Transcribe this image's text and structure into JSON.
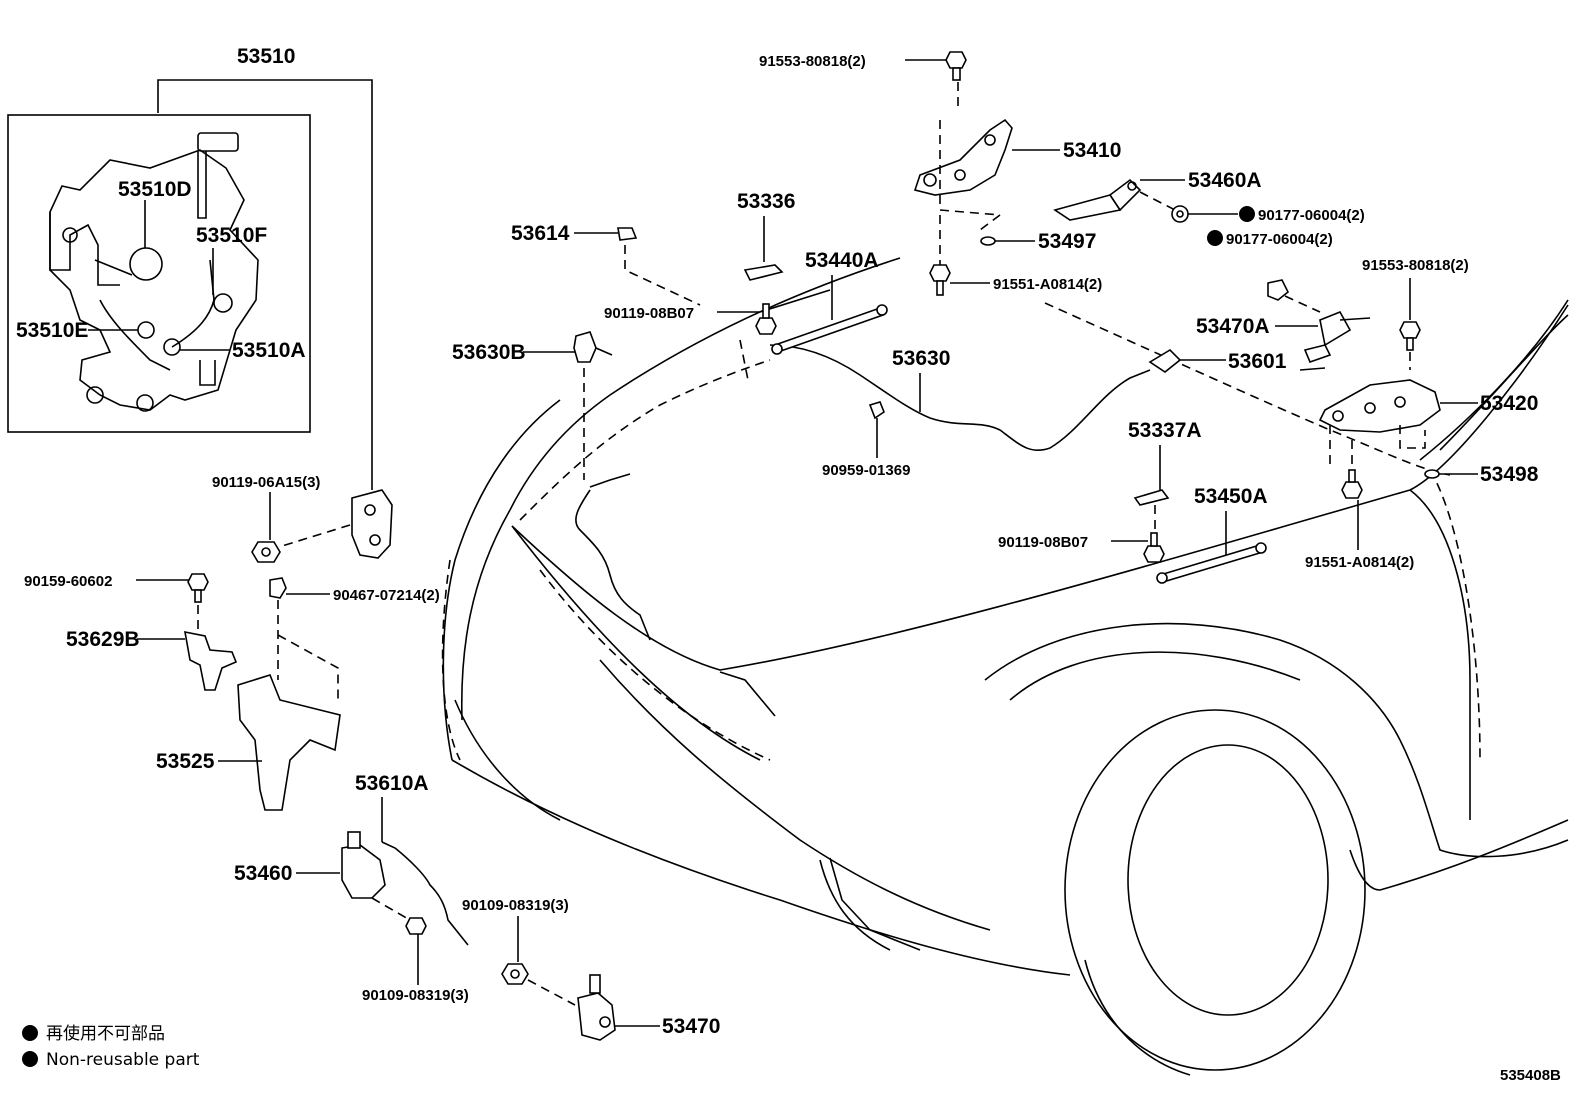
{
  "title": "53510",
  "inset_labels": [
    "53510D",
    "53510F",
    "53510E",
    "53510A"
  ],
  "labels": {
    "p53410": "53410",
    "p91553_top": "91553-80818(2)",
    "p53460A": "53460A",
    "p90177_a": "90177-06004(2)",
    "p90177_b": "90177-06004(2)",
    "p53497": "53497",
    "p91551_top": "91551-A0814(2)",
    "p91553_right": "91553-80818(2)",
    "p53470A": "53470A",
    "p53601": "53601",
    "p53420": "53420",
    "p53498": "53498",
    "p53336": "53336",
    "p53614": "53614",
    "p53440A": "53440A",
    "p90119_08B07_a": "90119-08B07",
    "p53630B": "53630B",
    "p53630": "53630",
    "p90959": "90959-01369",
    "p53337A": "53337A",
    "p53450A": "53450A",
    "p90119_08B07_b": "90119-08B07",
    "p91551_bottom": "91551-A0814(2)",
    "p90119_06A15": "90119-06A15(3)",
    "p90159": "90159-60602",
    "p90467": "90467-07214(2)",
    "p53629B": "53629B",
    "p53525": "53525",
    "p53610A": "53610A",
    "p53460": "53460",
    "p90109_a": "90109-08319(3)",
    "p90109_b": "90109-08319(3)",
    "p53470": "53470"
  },
  "legend": {
    "line1": "再使用不可部品",
    "line2": "Non-reusable part"
  },
  "diagram_code": "535408B",
  "colors": {
    "ink": "#000000",
    "paper": "#ffffff"
  }
}
